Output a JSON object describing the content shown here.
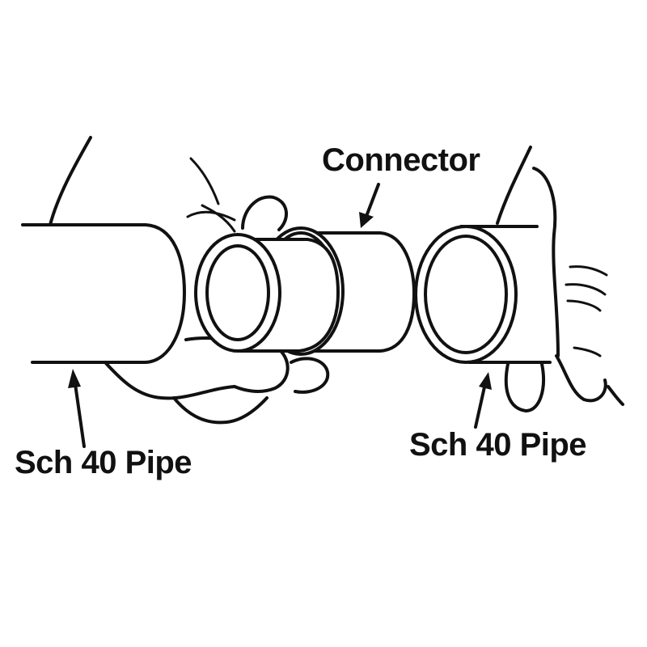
{
  "figure": {
    "description": "Line drawing of two Schedule 40 pipes being joined by a connector, held by hands",
    "colors": {
      "background": "#ffffff",
      "ink": "#111111"
    }
  },
  "labels": {
    "connector": "Connector",
    "pipe_left": "Sch 40 Pipe",
    "pipe_right": "Sch 40 Pipe"
  },
  "components": [
    {
      "name": "left-pipe",
      "label": "Sch 40 Pipe"
    },
    {
      "name": "connector",
      "label": "Connector"
    },
    {
      "name": "right-pipe",
      "label": "Sch 40 Pipe"
    }
  ]
}
